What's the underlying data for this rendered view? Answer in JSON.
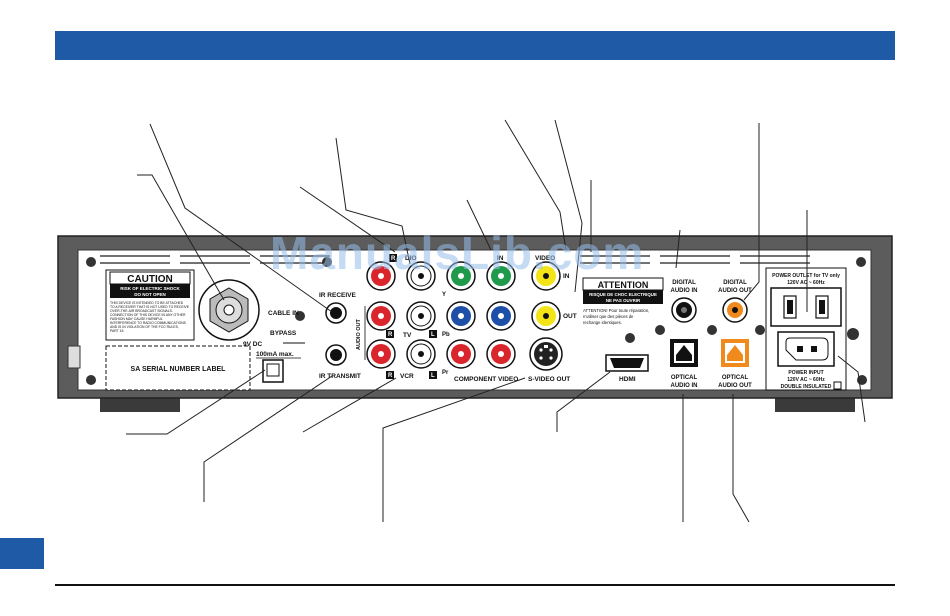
{
  "watermark": "ManualsLib.com",
  "caution": {
    "title": "CAUTION",
    "line1": "RISK OF ELECTRIC SHOCK",
    "line2": "DO NOT OPEN",
    "body": [
      "THIS DEVICE IS INTENDED TO BE ATTACHED",
      "TO A RECEIVER THAT IS NOT USED TO RECEIVE",
      "OVER-THE-AIR BROADCAST SIGNALS.",
      "CONNECTION OF THIS DEVICE IN ANY OTHER",
      "FASHION MAY CAUSE HARMFUL",
      "INTERFERENCE TO RADIO COMMUNICATIONS",
      "AND IS IN VIOLATION OF THE FCC RULES,",
      "PART 15."
    ]
  },
  "serial_label": "SA SERIAL NUMBER LABEL",
  "cable_in": "CABLE IN",
  "bypass": "BYPASS",
  "dc": "9V DC",
  "ma": "100mA max.",
  "ir_receive": "IR RECEIVE",
  "ir_transmit": "IR TRANSMIT",
  "audio_out": "AUDIO OUT",
  "audio_partial": "DIO",
  "tv": "TV",
  "vcr": "VCR",
  "r_mark": "R",
  "l_mark": "L",
  "y": "Y",
  "pb": "Pb",
  "pr": "Pr",
  "component_video": "COMPONENT VIDEO",
  "in_partial": "IN",
  "video_partial": "VIDEO",
  "in_side": "IN",
  "out_side": "OUT",
  "svideo_out": "S-VIDEO OUT",
  "attention": {
    "title": "ATTENTION",
    "line1": "RISQUE DE CHOC ELECTRIQUE",
    "line2": "NE PAS OUVRIR",
    "body1": "ATTENTION! Pour toute réparation,",
    "body2": "n'utiliser que des pièces de",
    "body3": "rechange identiques."
  },
  "hdmi": "HDMI",
  "digital_audio_in": [
    "DIGITAL",
    "AUDIO IN"
  ],
  "digital_audio_out": [
    "DIGITAL",
    "AUDIO OUT"
  ],
  "optical_audio_in": [
    "OPTICAL",
    "AUDIO IN"
  ],
  "optical_audio_out": [
    "OPTICAL",
    "AUDIO OUT"
  ],
  "power_outlet": [
    "POWER OUTLET for TV only",
    "120V AC ~ 60Hz"
  ],
  "power_input": [
    "POWER INPUT",
    "120V AC ~ 60Hz",
    "DOUBLE INSULATED"
  ],
  "colors": {
    "header": "#1f5aa6",
    "red": "#d9262c",
    "green": "#1f9a4a",
    "blue": "#1d4fa8",
    "yellow": "#f2e417",
    "orange": "#f08a1c"
  }
}
